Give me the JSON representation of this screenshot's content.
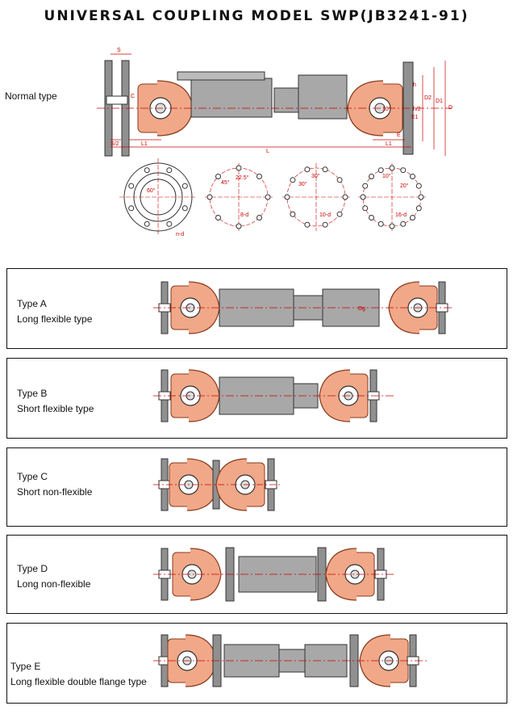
{
  "title": "UNIVERSAL COUPLING MODEL SWP(JB3241-91)",
  "normal": {
    "label": "Normal type",
    "dims": {
      "S": "S",
      "S2": "S/2",
      "L1": "L1",
      "L1b": "L1",
      "L": "L",
      "D": "D",
      "D1": "D1",
      "D2": "D2",
      "h": "h",
      "h2": "h/2",
      "E": "E",
      "E1": "E1",
      "C": "C",
      "deg10": "10°"
    }
  },
  "patterns": {
    "p1": {
      "angle": "60°",
      "holes": "n-d"
    },
    "p2": {
      "a1": "45°",
      "a2": "22.5°",
      "holes": "8-d"
    },
    "p3": {
      "a1": "30°",
      "a2": "30°",
      "holes": "10-d"
    },
    "p4": {
      "a1": "10°",
      "a2": "20°",
      "holes": "16-d"
    }
  },
  "types": [
    {
      "name": "Type A",
      "desc": "Long flexible type",
      "dim": "Dg"
    },
    {
      "name": "Type B",
      "desc": "Short flexible type"
    },
    {
      "name": "Type C",
      "desc": "Short non-flexible"
    },
    {
      "name": "Type D",
      "desc": "Long non-flexible"
    },
    {
      "name": "Type E",
      "desc": "Long flexible double flange type"
    }
  ],
  "colors": {
    "yoke": "#f0a888",
    "yokeStroke": "#8a3a1e",
    "shaft": "#a8a8a8",
    "flange": "#909090",
    "dim": "#cc0000"
  }
}
